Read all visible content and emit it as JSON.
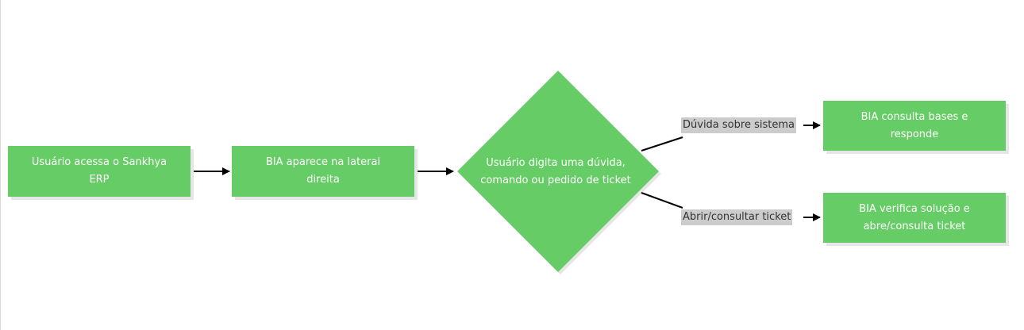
{
  "nodes": {
    "access": {
      "line1": "Usuário acessa o Sankhya",
      "line2": "ERP"
    },
    "sidebar": {
      "line1": "BIA aparece na lateral",
      "line2": "direita"
    },
    "decision": {
      "line1": "Usuário digita uma dúvida,",
      "line2": "comando ou pedido de ticket"
    },
    "answer": {
      "line1": "BIA consulta bases e",
      "line2": "responde"
    },
    "ticket": {
      "line1": "BIA verifica solução e",
      "line2": "abre/consulta ticket"
    }
  },
  "edges": {
    "question": "Dúvida sobre sistema",
    "ticket": "Abrir/consultar ticket"
  },
  "colors": {
    "node_fill": "#66cc66",
    "node_shadow": "#e6e6e6",
    "edge_label_bg": "#cccccc",
    "line": "#000000"
  }
}
